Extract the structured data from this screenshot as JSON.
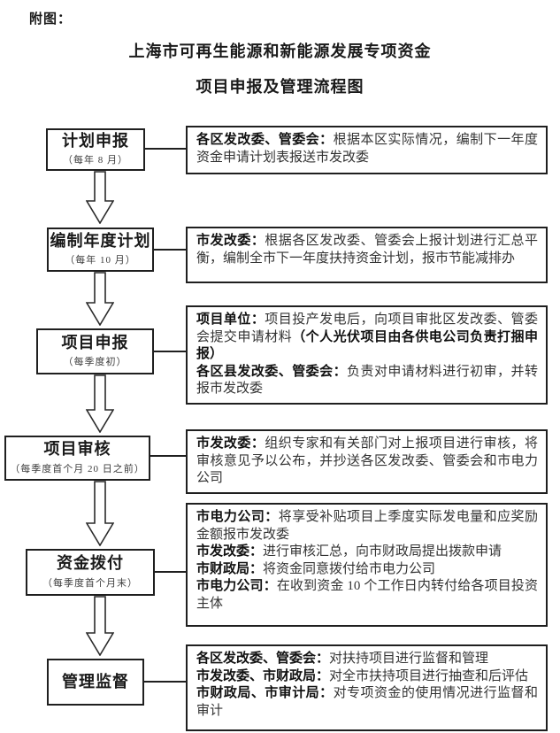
{
  "header": {
    "fig_label": "附图：",
    "title_line1": "上海市可再生能源和新能源发展专项资金",
    "title_line2": "项目申报及管理流程图"
  },
  "colors": {
    "ink": "#1a1a1a",
    "box_border": "#1f1f1f",
    "background": "#ffffff"
  },
  "steps": [
    {
      "name": "计划申报",
      "schedule": "（每年 8 月）"
    },
    {
      "name": "编制年度计划",
      "schedule": "（每年 10 月）"
    },
    {
      "name": "项目申报",
      "schedule": "（每季度初）"
    },
    {
      "name": "项目审核",
      "schedule": "（每季度首个月 20 日之前）"
    },
    {
      "name": "资金拨付",
      "schedule": "（每季度首个月末）"
    },
    {
      "name": "管理监督",
      "schedule": ""
    }
  ],
  "details": [
    {
      "p1_label": "各区发改委、管委会：",
      "p1_text": "根据本区实际情况，编制下一年度资金申请计划表报送市发改委"
    },
    {
      "p1_label": "市发改委：",
      "p1_text": "根据各区发改委、管委会上报计划进行汇总平衡，编制全市下一年度扶持资金计划，报市节能减排办"
    },
    {
      "p1_label": "项目单位：",
      "p1_text": "项目投产发电后，向项目审批区发改委、管委会提交申请材料",
      "p1_bold_note": "（个人光伏项目由各供电公司负责打捆申报）",
      "p2_label": "各区县发改委、管委会：",
      "p2_text": "负责对申请材料进行初审，并转报市发改委"
    },
    {
      "p1_label": "市发改委：",
      "p1_text": "组织专家和有关部门对上报项目进行审核，将审核意见予以公布，并抄送各区发改委、管委会和市电力公司"
    },
    {
      "p1_label": "市电力公司：",
      "p1_text": "将享受补贴项目上季度实际发电量和应奖励金额报市发改委",
      "p2_label": "市发改委：",
      "p2_text": "进行审核汇总，向市财政局提出拨款申请",
      "p3_label": "市财政局：",
      "p3_text": "将资金同意拨付给市电力公司",
      "p4_label": "市电力公司：",
      "p4_text": "在收到资金 10 个工作日内转付给各项目投资主体"
    },
    {
      "p1_label": "各区发改委、管委会：",
      "p1_text": "对扶持项目进行监督和管理",
      "p2_label": "市发改委、市财政局：",
      "p2_text": "对全市扶持项目进行抽查和后评估",
      "p3_label": "市财政局、市审计局：",
      "p3_text": "对专项资金的使用情况进行监督和审计"
    }
  ]
}
